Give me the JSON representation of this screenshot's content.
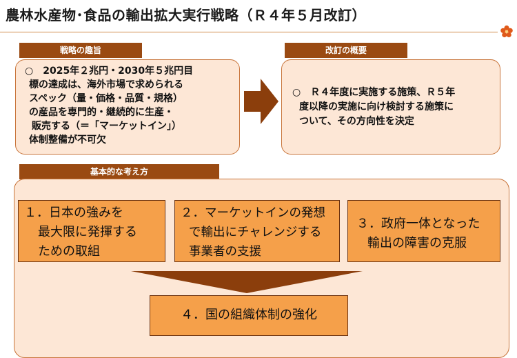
{
  "title": "農林水産物･食品の輸出拡大実行戦略（Ｒ４年５月改訂）",
  "purpose": {
    "label": "戦略の趣旨",
    "lines": [
      "○　2025年２兆円・2030年５兆円目",
      "標の達成は、海外市場で求められる",
      "スペック（量・価格・品質・規格）",
      "の産品を専門的・継続的に生産・",
      "販売する（＝「マーケットイン」）",
      "体制整備が不可欠"
    ]
  },
  "revision": {
    "label": "改訂の概要",
    "lines": [
      "○　Ｒ４年度に実施する施策、Ｒ５年",
      "度以降の実施に向け検討する施策に",
      "ついて、その方向性を決定"
    ]
  },
  "basics": {
    "label": "基本的な考え方",
    "items": [
      {
        "lines": [
          "１．日本の強みを",
          "最大限に発揮する",
          "ための取組"
        ]
      },
      {
        "lines": [
          "２．マーケットインの発想",
          "で輸出にチャレンジする",
          "事業者の支援"
        ]
      },
      {
        "lines": [
          "３．政府一体となった",
          "輸出の障害の克服"
        ]
      }
    ],
    "bottom": "４．国の組織体制の強化"
  },
  "colors": {
    "label_bar": "#9a4a12",
    "box_fill": "#fde7d6",
    "box_border": "#c8743a",
    "orange_fill": "#f5a04a",
    "arrow": "#8b3e0c"
  }
}
